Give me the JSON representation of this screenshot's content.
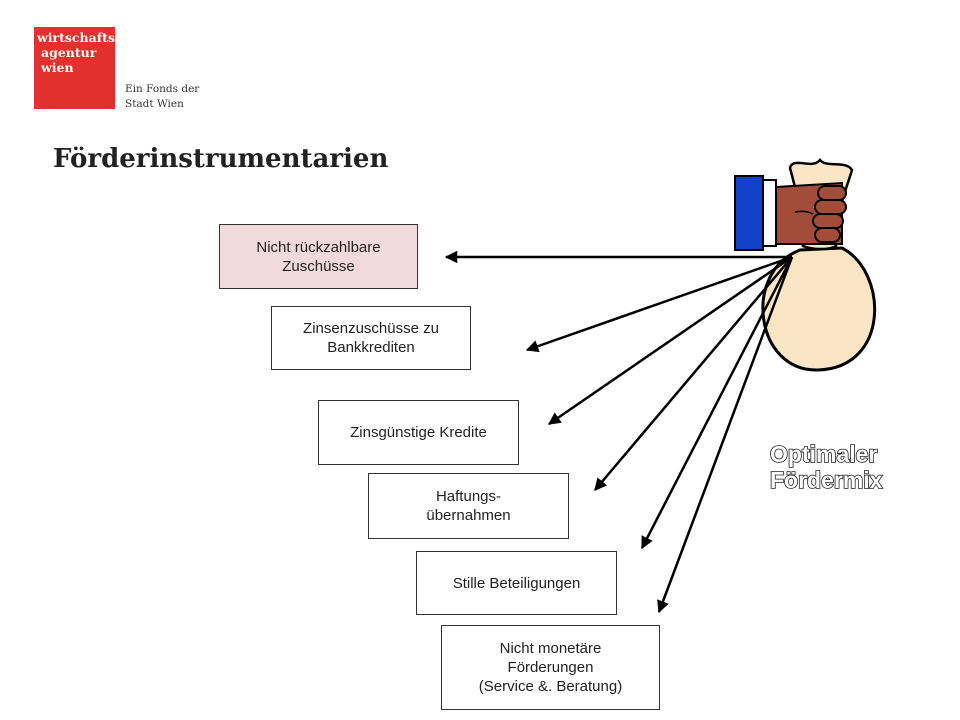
{
  "logo": {
    "lines": [
      "wirtschafts",
      "agentur",
      "wien"
    ],
    "sub": [
      "Ein Fonds der",
      "Stadt Wien"
    ]
  },
  "title": "Förderinstrumentarien",
  "boxes": [
    {
      "label": "Nicht rückzahlbare\nZuschüsse"
    },
    {
      "label": "Zinsenzuschüsse zu\nBankkrediten"
    },
    {
      "label": "Zinsgünstige Kredite"
    },
    {
      "label": "Haftungs-\nübernahmen"
    },
    {
      "label": "Stille Beteiligungen"
    },
    {
      "label": "Nicht monetäre\nFörderungen\n(Service &. Beratung)"
    }
  ],
  "mix": [
    "Optimaler",
    "Fördermix"
  ],
  "colors": {
    "brand_red": "#e2312d",
    "highlight_box": "#f2dada",
    "bag": "#fae5c5",
    "hand": "#a24d3a",
    "sleeve": "#1340c8"
  }
}
